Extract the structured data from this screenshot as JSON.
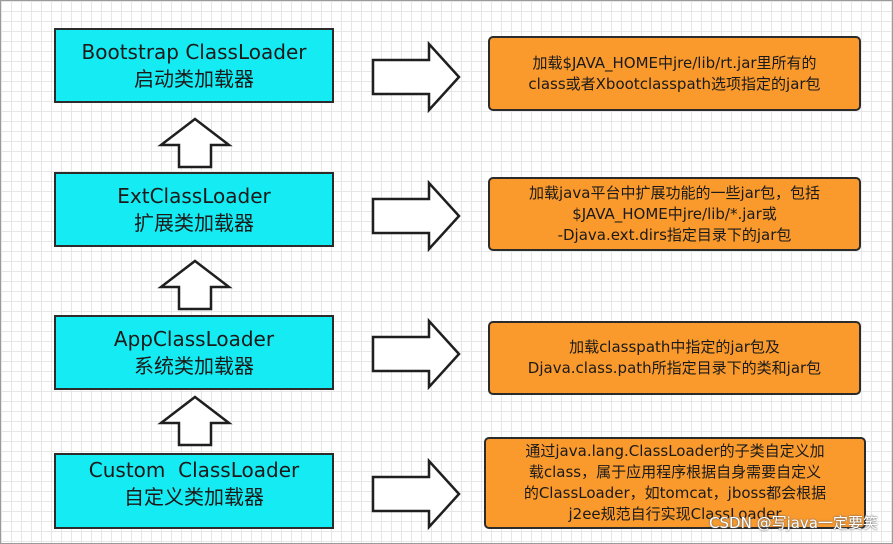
{
  "loaders": [
    {
      "name": "Bootstrap ClassLoader",
      "cn": "启动类加载器"
    },
    {
      "name": "ExtClassLoader",
      "cn": "扩展类加载器"
    },
    {
      "name": "AppClassLoader",
      "cn": "系统类加载器"
    },
    {
      "name": "Custom  ClassLoader",
      "cn": "自定义类加载器"
    }
  ],
  "descriptions": [
    {
      "lines": [
        "加载$JAVA_HOME中jre/lib/rt.jar里所有的",
        "class或者Xbootclasspath选项指定的jar包"
      ]
    },
    {
      "lines": [
        "加载java平台中扩展功能的一些jar包，包括",
        "$JAVA_HOME中jre/lib/*.jar或",
        "-Djava.ext.dirs指定目录下的jar包"
      ]
    },
    {
      "lines": [
        "加载classpath中指定的jar包及",
        "Djava.class.path所指定目录下的类和jar包"
      ]
    },
    {
      "lines": [
        "通过java.lang.ClassLoader的子类自定义加",
        "载class，属于应用程序根据自身需要自定义",
        "的ClassLoader，如tomcat，jboss都会根据",
        "j2ee规范自行实现ClassLoader"
      ]
    }
  ],
  "watermark": "CSDN @写java一定要笑",
  "colors": {
    "loader_fill": "#14ebf2",
    "desc_fill": "#fb9a2c",
    "grid": "#e6e6e6"
  }
}
